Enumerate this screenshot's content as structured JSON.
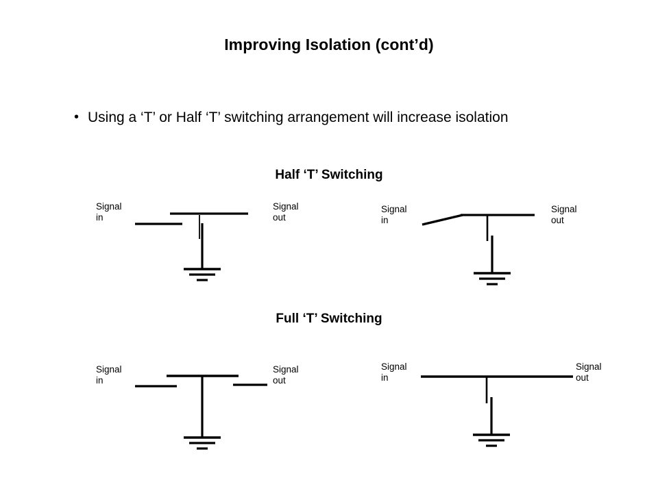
{
  "slide": {
    "title": "Improving Isolation (cont’d)",
    "bullets": [
      {
        "marker": "•",
        "text": "Using a ‘T’ or Half ‘T’ switching arrangement will increase isolation"
      }
    ],
    "sections": [
      {
        "id": "half-t",
        "heading": "Half ‘T’ Switching"
      },
      {
        "id": "full-t",
        "heading": "Full ‘T’ Switching"
      }
    ],
    "diagrams": [
      {
        "id": "half-t-isolated",
        "section": "half-t",
        "input_label": "Signal\nin",
        "output_label": "Signal\nout",
        "series_switch_state": "open",
        "shunt_switch_state": "open",
        "ground_symbol": "earth-ground"
      },
      {
        "id": "half-t-through",
        "section": "half-t",
        "input_label": "Signal\nin",
        "output_label": "Signal\nout",
        "series_switch_state": "closed",
        "shunt_switch_state": "open",
        "ground_symbol": "earth-ground"
      },
      {
        "id": "full-t-isolated",
        "section": "full-t",
        "input_label": "Signal\nin",
        "output_label": "Signal\nout",
        "series_switch_state": "open",
        "shunt_switch_state": "closed",
        "ground_symbol": "earth-ground"
      },
      {
        "id": "full-t-through",
        "section": "full-t",
        "input_label": "Signal\nin",
        "output_label": "Signal\nout",
        "series_switch_state": "closed",
        "shunt_switch_state": "open",
        "ground_symbol": "earth-ground"
      }
    ],
    "colors": {
      "background": "#ffffff",
      "ink": "#000000",
      "wire": "#000000"
    }
  }
}
